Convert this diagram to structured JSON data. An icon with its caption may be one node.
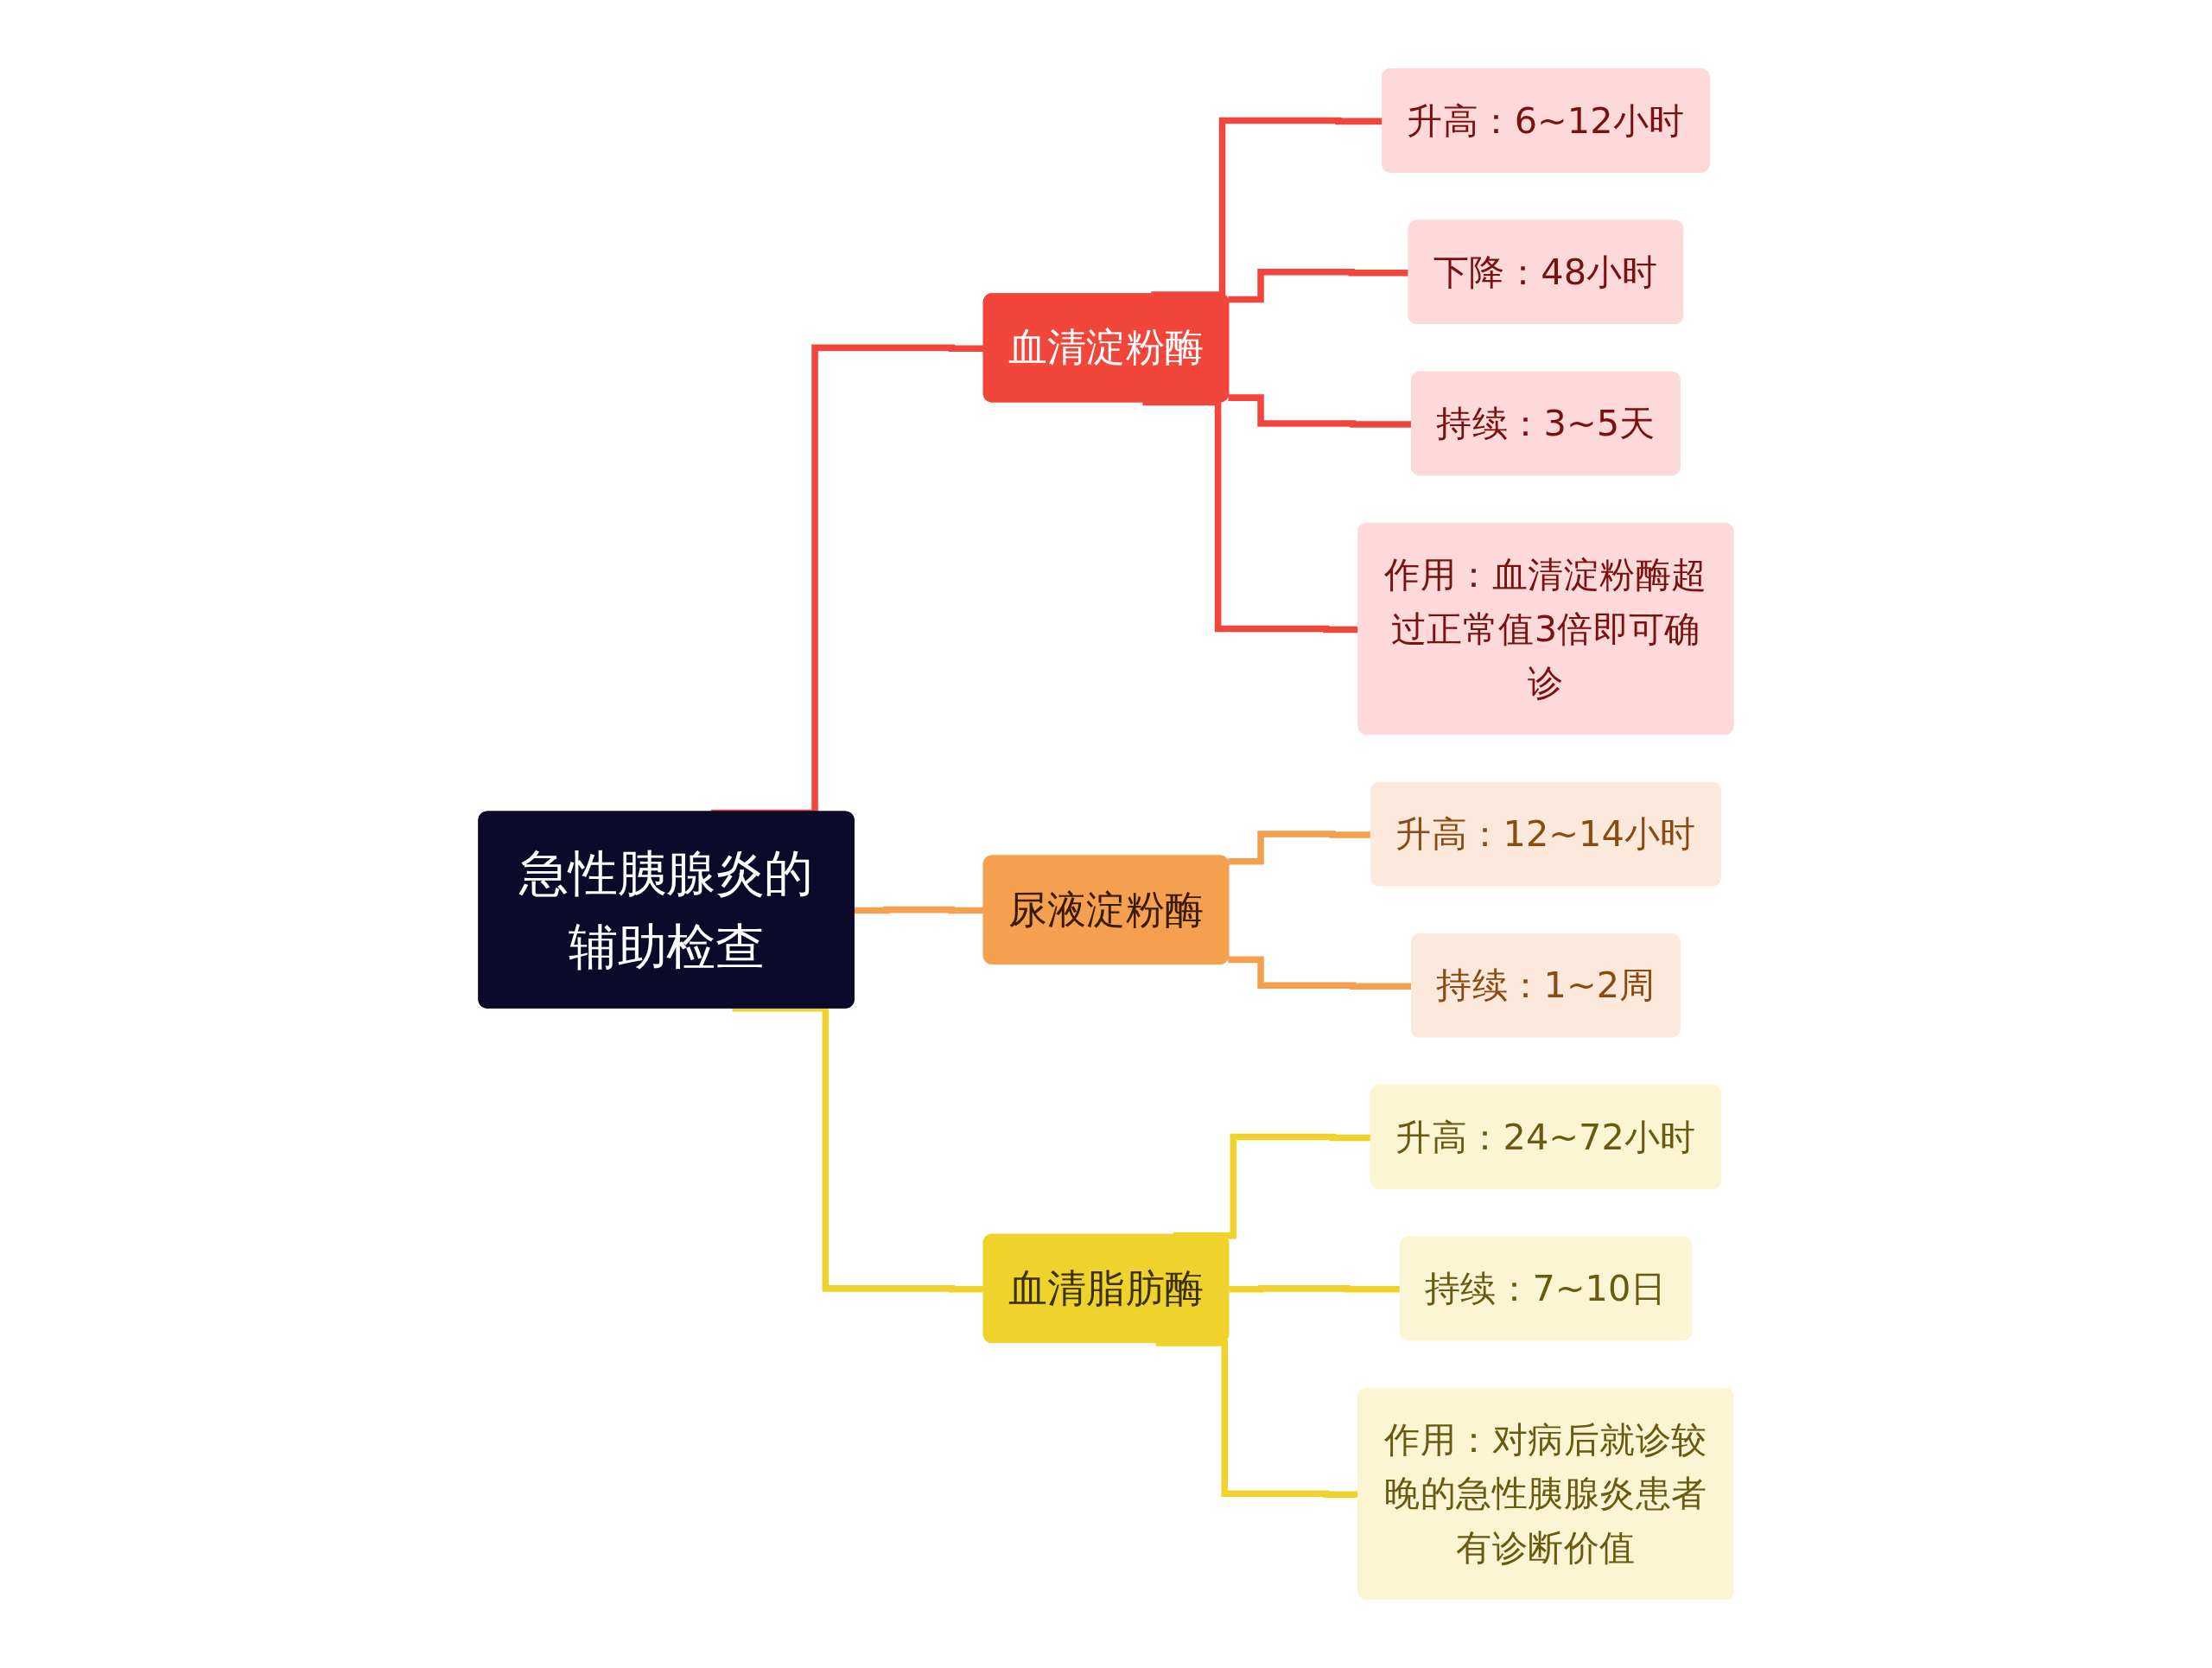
{
  "diagram": {
    "nodes": [
      {
        "text": [
          "急性胰腺炎的辅助检查"
        ]
      },
      {
        "text": [
          "血清淀粉酶"
        ]
      },
      {
        "text": [
          "升高：6~12小时"
        ]
      },
      {
        "text": [
          "下降：48小时"
        ]
      },
      {
        "text": [
          "持续：3~5天"
        ]
      },
      {
        "text": [
          "作用：血清淀粉酶超过正常值3倍即可确诊"
        ]
      },
      {
        "text": [
          "尿液淀粉酶"
        ]
      },
      {
        "text": [
          "升高：12~14小时"
        ]
      },
      {
        "text": [
          "持续：1~2周"
        ]
      },
      {
        "text": [
          "血清脂肪酶"
        ]
      },
      {
        "text": [
          "升高：24~72小时"
        ]
      },
      {
        "text": [
          "持续：7~10日"
        ]
      },
      {
        "text": [
          "作用：对病后就诊较晚的急性胰腺炎患者有诊断价值"
        ]
      }
    ],
    "edges": [
      {
        "from": 0,
        "to": 1,
        "arrow": "none"
      },
      {
        "from": 1,
        "to": 2,
        "arrow": "none"
      },
      {
        "from": 1,
        "to": 3,
        "arrow": "none"
      },
      {
        "from": 1,
        "to": 4,
        "arrow": "none"
      },
      {
        "from": 1,
        "to": 5,
        "arrow": "none"
      },
      {
        "from": 0,
        "to": 6,
        "arrow": "none",
        "color": "#f4a04e"
      },
      {
        "from": 6,
        "to": 7,
        "arrow": "none",
        "color": "#f4a04e"
      },
      {
        "from": 6,
        "to": 8,
        "arrow": "none",
        "color": "#f4a04e"
      },
      {
        "from": 0,
        "to": 9,
        "arrow": "none",
        "color": "#efd22b"
      },
      {
        "from": 9,
        "to": 10,
        "arrow": "none",
        "color": "#efd22b"
      },
      {
        "from": 9,
        "to": 11,
        "arrow": "none",
        "color": "#efd22b"
      },
      {
        "from": 9,
        "to": 12,
        "arrow": "none",
        "color": "#efd22b"
      }
    ]
  }
}
